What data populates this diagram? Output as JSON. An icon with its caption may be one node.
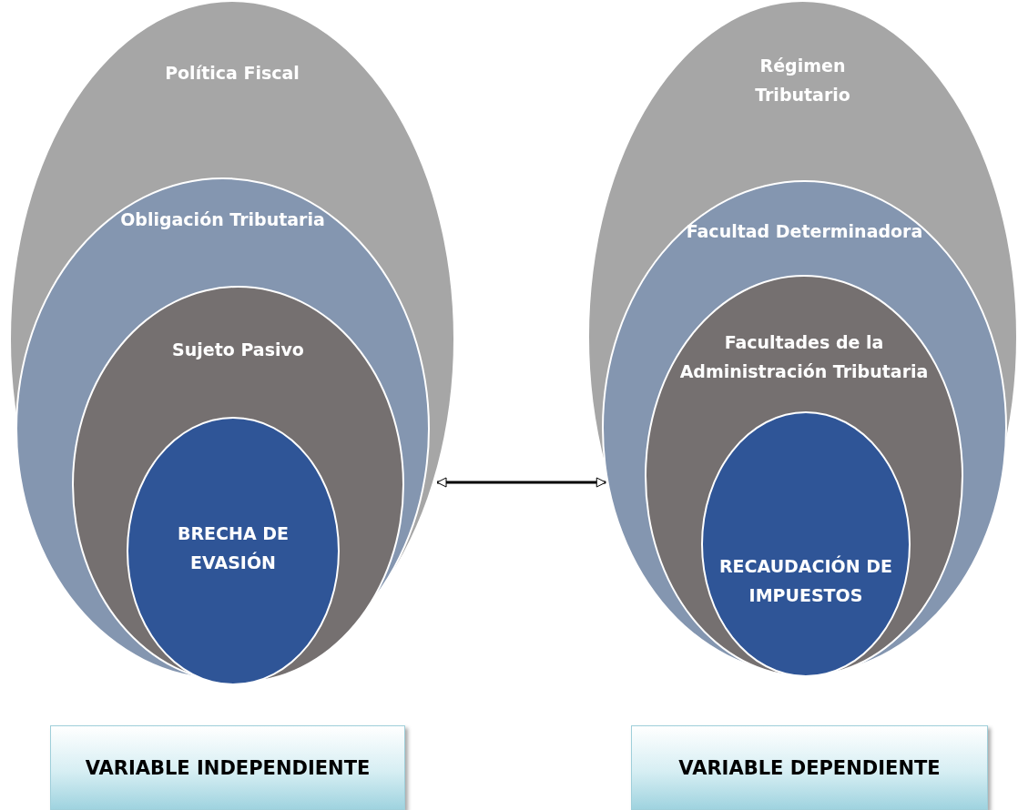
{
  "diagram": {
    "nodes": [
      {
        "text": [
          "Política Fiscal"
        ]
      },
      {
        "text": [
          "Obligación Tributaria"
        ],
        "in": 0
      },
      {
        "text": [
          "Sujeto Pasivo"
        ],
        "in": 1
      },
      {
        "text": [
          "BRECHA DE EVASIÓN"
        ],
        "in": 2
      },
      {
        "text": [
          "Régimen Tributario"
        ]
      },
      {
        "text": [
          "Facultad Determinadora"
        ],
        "in": 4
      },
      {
        "text": [
          "Facultades de la Administración Tributaria"
        ],
        "in": 5
      },
      {
        "text": [
          "RECAUDACIÓN DE IMPUESTOS"
        ],
        "in": 6
      },
      {
        "text": [
          "VARIABLE INDEPENDIENTE"
        ]
      },
      {
        "text": [
          "VARIABLE DEPENDIENTE"
        ]
      }
    ],
    "edges": [
      {
        "from": 0,
        "to": 4,
        "arrow": "both"
      }
    ]
  }
}
